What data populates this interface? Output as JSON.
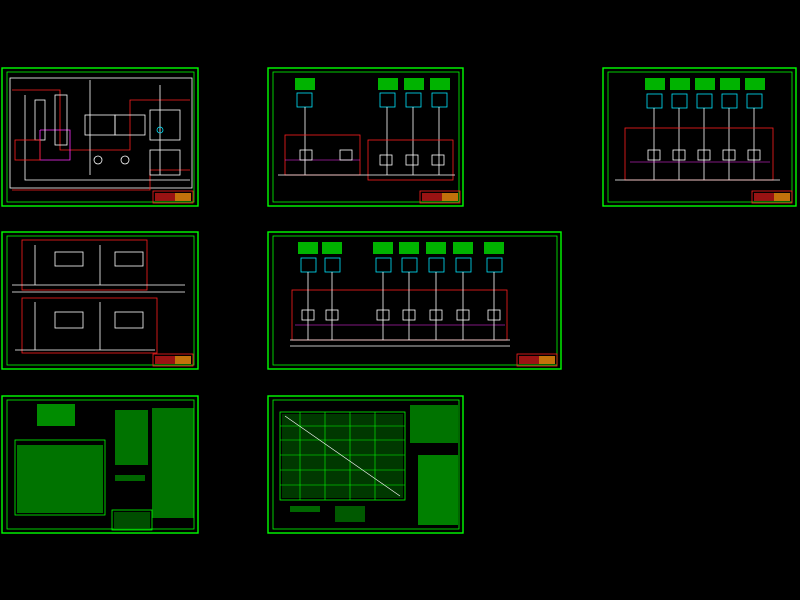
{
  "viewport": {
    "background": "#000000"
  },
  "colors": {
    "frame": "#00ff00",
    "circuit": "#ffffff",
    "highlight_red": "#ff2020",
    "highlight_magenta": "#ff30ff",
    "highlight_cyan": "#00e5ff",
    "annotation": "#00ff00",
    "title_block_red": "#ff2020",
    "title_block_yellow": "#ffff00"
  },
  "sheets": [
    {
      "id": "sheet-1",
      "kind": "control-schematic"
    },
    {
      "id": "sheet-2",
      "kind": "single-line-3-feeders"
    },
    {
      "id": "sheet-3",
      "kind": "single-line-5-feeders"
    },
    {
      "id": "sheet-4",
      "kind": "terminal-wiring"
    },
    {
      "id": "sheet-5",
      "kind": "single-line-6-feeders"
    },
    {
      "id": "sheet-6",
      "kind": "equipment-tables"
    },
    {
      "id": "sheet-7",
      "kind": "cable-matrix"
    }
  ]
}
